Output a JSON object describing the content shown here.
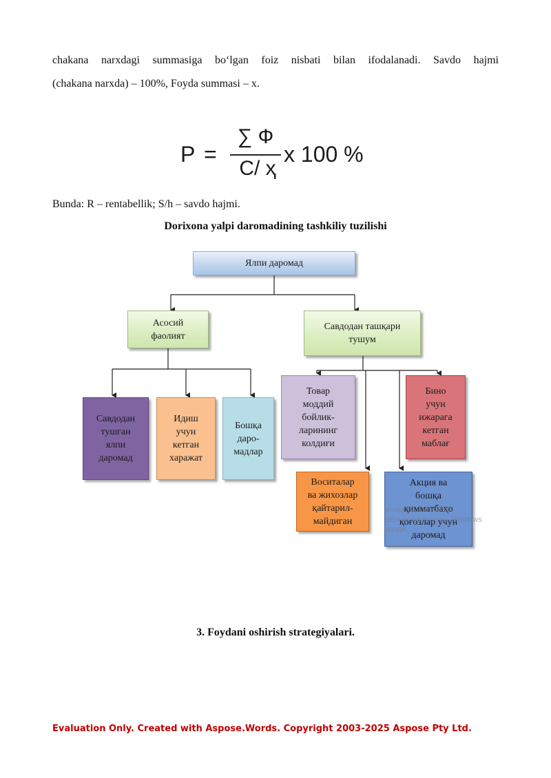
{
  "paragraph": {
    "line1": "chakana narxdagi summasiga bo‘lgan foiz nisbati bilan ifodalanadi. Savdo hajmi",
    "line2": "(chakana narxda) – 100%, Foyda summasi – x."
  },
  "formula": {
    "lhs": "P",
    "equals": "=",
    "numerator": "∑ Ф",
    "denominator": "С/ ҳ",
    "rhs": "x 100 %"
  },
  "bunda": "Bunda: R – rentabellik; S/h – savdo hajmi.",
  "diagram": {
    "title": "Dorixona yalpi daromadining tashkiliy tuzilishi",
    "root": "Ялпи даромад",
    "level1": {
      "left": "Асосий\nфаолият",
      "right": "Савдодан ташқари\nтушум"
    },
    "left_children": [
      "Савдодан\nтушган\nялпи\nдаромад",
      "Идиш\nучун\nкетган\nхаражат",
      "Бошқа\nдаро-\nмадлар"
    ],
    "right_children": [
      "Товар\nмоддий\nбойлик-\nларининг\nколдиғи",
      "Воситалар\nва жихозлар\nқайтарил-\nмайдиган",
      "Акция ва\nбошқа\nқимматбаҳо\nқоғозлар учун\nдаромад",
      "Бино\nучун\nижарага\nкетган\nмаблағ"
    ],
    "colors": {
      "root": "#c5d8ee",
      "level1": "#dceec2",
      "purple": "#8064a2",
      "orange": "#fac08f",
      "light_blue": "#b7dee8",
      "lavender": "#ccc0da",
      "red": "#d9757a",
      "orange_strong": "#f79646",
      "blue_strong": "#6d93d1"
    }
  },
  "watermark": "ктиваци... Windows\nобы активировать Windows\nразде...",
  "section_heading": "3. Foydani oshirish strategiyalari.",
  "evaluation_notice": "Evaluation Only. Created with Aspose.Words. Copyright 2003-2025 Aspose Pty Ltd.",
  "evaluation_color": "#c00000"
}
